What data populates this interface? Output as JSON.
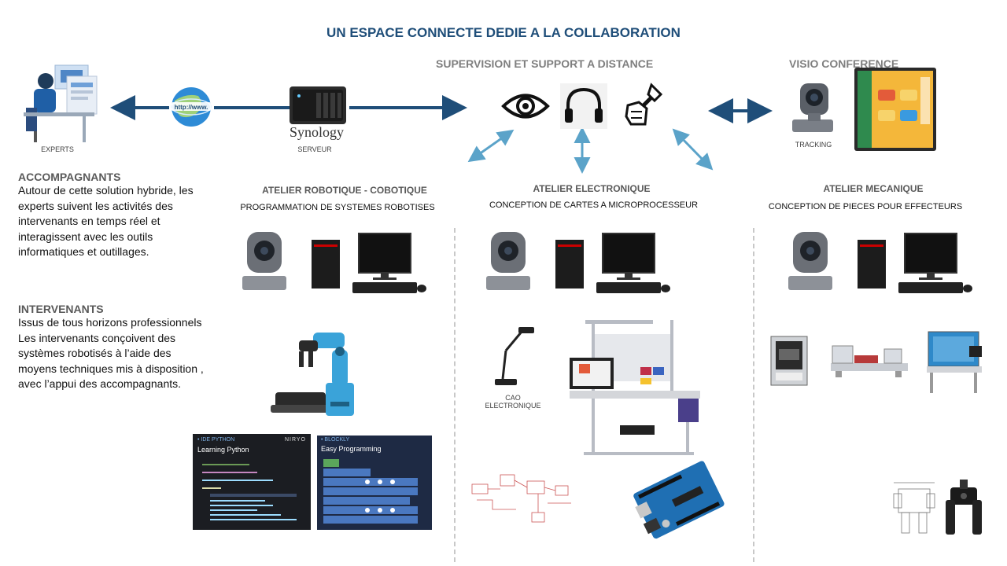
{
  "title": "UN ESPACE CONNECTE DEDIE A LA COLLABORATION",
  "supervision": {
    "title": "SUPERVISION ET SUPPORT A DISTANCE"
  },
  "visio": {
    "title": "VISIO CONFERENCE",
    "tracking": "TRACKING"
  },
  "experts": {
    "label": "EXPERTS"
  },
  "serveur": {
    "label": "SERVEUR",
    "brand": "Synology",
    "web": "http://www."
  },
  "accompagnants": {
    "heading": "ACCOMPAGNANTS",
    "lines": [
      "Autour de cette solution hybride, les",
      "experts suivent les activités des",
      "intervenants en temps réel et",
      "interagissent avec  les outils",
      "informatiques et outillages."
    ]
  },
  "intervenants": {
    "heading": "INTERVENANTS",
    "lines": [
      "Issus de tous horizons professionnels",
      "Les intervenants conçoivent des",
      "systèmes robotisés à l’aide des",
      "moyens techniques mis à disposition ,",
      "avec l’appui des accompagnants."
    ]
  },
  "ateliers": [
    {
      "title": "ATELIER ROBOTIQUE - COBOTIQUE",
      "subtitle": "PROGRAMMATION DE SYSTEMES ROBOTISES"
    },
    {
      "title": "ATELIER ELECTRONIQUE",
      "subtitle": "CONCEPTION DE CARTES A MICROPROCESSEUR"
    },
    {
      "title": "ATELIER MECANIQUE",
      "subtitle": "CONCEPTION DE PIECES POUR EFFECTEURS"
    }
  ],
  "cao": {
    "line1": "CAO",
    "line2": "ELECTRONIQUE"
  },
  "screens": {
    "python": {
      "tag": "• IDE PYTHON",
      "title": "Learning Python",
      "brand": "NIRYO"
    },
    "blockly": {
      "tag": "• BLOCKLY",
      "title": "Easy Programming"
    }
  },
  "colors": {
    "title": "#1f4e79",
    "arrow": "#1f4e79",
    "arrow_light": "#5ba3c9"
  }
}
